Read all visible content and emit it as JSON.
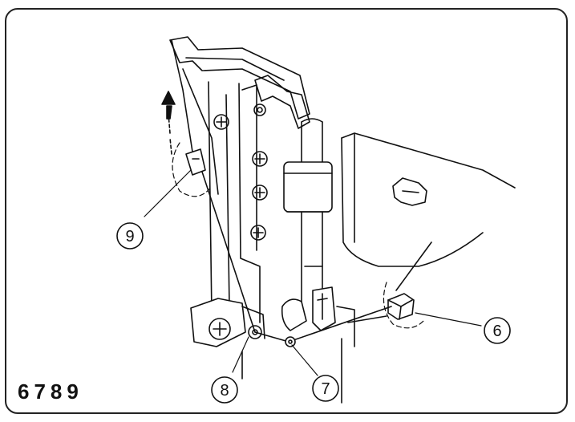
{
  "callouts": {
    "six": "6",
    "seven": "7",
    "eight": "8",
    "nine": "9"
  },
  "page_number": "6789",
  "colors": {
    "line": "#111111",
    "shade": "#d9d9d9"
  }
}
